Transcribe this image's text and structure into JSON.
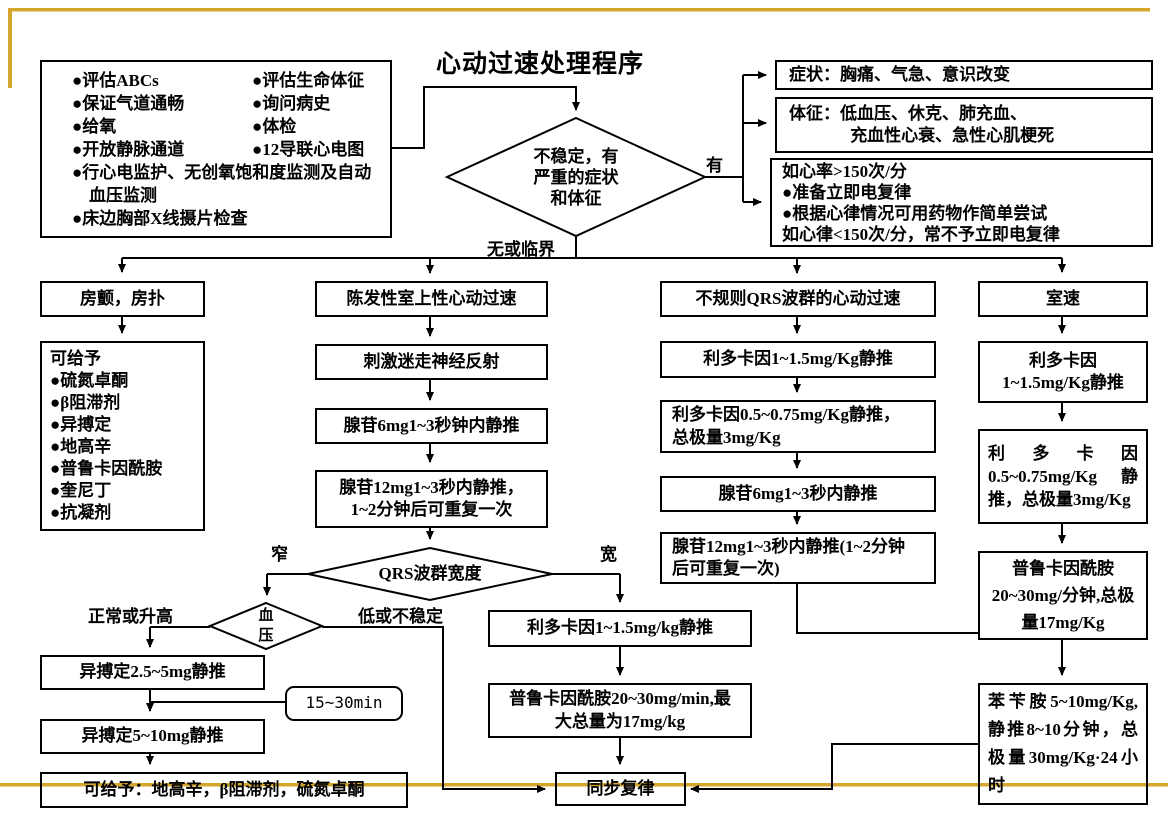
{
  "title": "心动过速处理程序",
  "colors": {
    "accent_gold": "#D4A72C",
    "line": "#000000"
  },
  "labels": {
    "yes": "有",
    "none_or_borderline": "无或临界",
    "narrow": "窄",
    "wide": "宽",
    "normal_or_elevated": "正常或升高",
    "low_or_unstable": "低或不稳定"
  },
  "nodes": {
    "prep": {
      "col1": [
        "●评估ABCs",
        "●保证气道通畅",
        "●给氧",
        "●开放静脉通道"
      ],
      "col2": [
        "●评估生命体征",
        "●询问病史",
        "●体检",
        "●12导联心电图"
      ],
      "extra": [
        "●行心电监护、无创氧饱和度监测及自动血压监测",
        "●床边胸部X线摄片检查"
      ]
    },
    "unstable_decision": {
      "lines": [
        "不稳定，有",
        "严重的症状",
        "和体征"
      ]
    },
    "symptoms": {
      "text": "症状：胸痛、气急、意识改变"
    },
    "signs": {
      "lines": [
        "体征：低血压、休克、肺充血、",
        "充血性心衰、急性心肌梗死"
      ]
    },
    "rate_rules": {
      "lines": [
        "如心率>150次/分",
        "●准备立即电复律",
        "●根据心律情况可用药物作简单尝试",
        "如心律<150次/分，常不予立即电复律"
      ]
    },
    "af_flutter": {
      "text": "房颤，房扑"
    },
    "af_options": {
      "lines": [
        "可给予",
        "●硫氮卓酮",
        "●β阻滞剂",
        "●异搏定",
        "●地高辛",
        "●普鲁卡因酰胺",
        "●奎尼丁",
        "●抗凝剂"
      ]
    },
    "psvt": {
      "text": "陈发性室上性心动过速"
    },
    "vagal": {
      "text": "刺激迷走神经反射"
    },
    "adenosine6": {
      "text": "腺苷6mg1~3秒钟内静推"
    },
    "adenosine12": {
      "lines": [
        "腺苷12mg1~3秒内静推，",
        "1~2分钟后可重复一次"
      ]
    },
    "qrs_decision": {
      "text": "QRS波群宽度"
    },
    "bp_decision": {
      "lines": [
        "血",
        "压"
      ]
    },
    "verapamil1": {
      "text": "异搏定2.5~5mg静推"
    },
    "interval": {
      "text": "15~30min"
    },
    "verapamil2": {
      "text": "异搏定5~10mg静推"
    },
    "may_give": {
      "text": "可给予：地高辛，β阻滞剂，硫氮卓酮"
    },
    "lidocaine_wide": {
      "text": "利多卡因1~1.5mg/kg静推"
    },
    "procainamide_wide": {
      "lines": [
        "普鲁卡因酰胺20~30mg/min,最",
        "大总量为17mg/kg"
      ]
    },
    "sync_cardioversion": {
      "text": "同步复律"
    },
    "irregular_qrs": {
      "text": "不规则QRS波群的心动过速"
    },
    "lidocaine3a": {
      "text": "利多卡因1~1.5mg/Kg静推"
    },
    "lidocaine3b": {
      "lines": [
        "利多卡因0.5~0.75mg/Kg静推，",
        "总极量3mg/Kg"
      ]
    },
    "adenosine3a": {
      "text": "腺苷6mg1~3秒内静推"
    },
    "adenosine3b": {
      "lines": [
        "腺苷12mg1~3秒内静推(1~2分钟",
        "后可重复一次)"
      ]
    },
    "vt": {
      "text": "室速"
    },
    "lidocaine4a": {
      "lines": [
        "利多卡因",
        "1~1.5mg/Kg静推"
      ]
    },
    "lidocaine4b": {
      "text": "利多卡因0.5~0.75mg/Kg静推，总极量3mg/Kg"
    },
    "procainamide4": {
      "text": "普鲁卡因酰胺20~30mg/分钟,总极量17mg/Kg"
    },
    "benzylamine": {
      "text": "苯苄胺5~10mg/Kg,静推8~10分钟，总极量30mg/Kg·24小时"
    }
  }
}
